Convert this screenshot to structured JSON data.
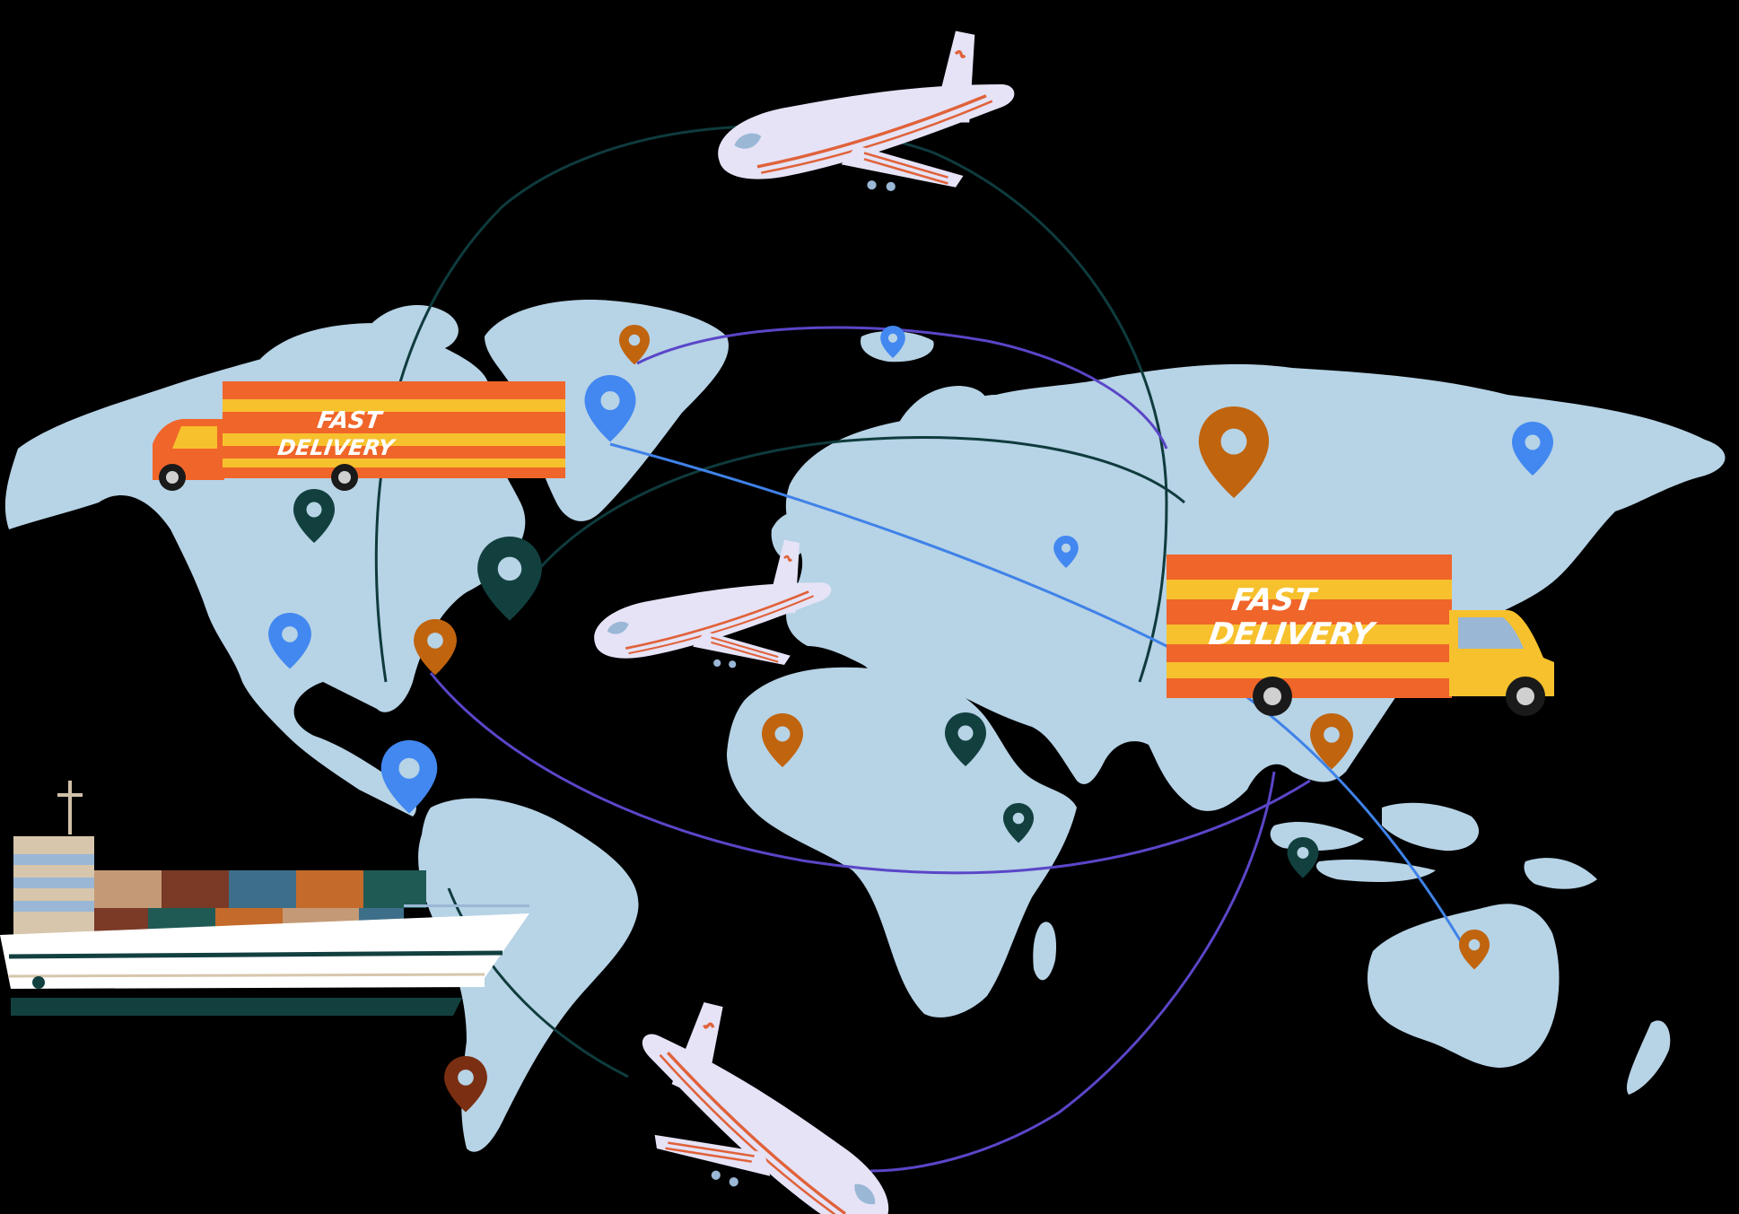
{
  "colors": {
    "background": "#000000",
    "land": "#b7d3e6",
    "route_teal": "#0f3b3d",
    "route_purple": "#5a46c8",
    "route_blue": "#3f82e8",
    "pin_orange": "#c0640e",
    "pin_blue": "#4288f0",
    "pin_teal": "#12403f",
    "pin_brown": "#7a2e12",
    "truck_orange": "#f0652a",
    "truck_yellow": "#f7c12d",
    "plane_body": "#e6e3f7",
    "plane_stripe": "#e0623a"
  },
  "trucks": [
    {
      "line1": "FAST",
      "line2": "DELIVERY"
    },
    {
      "line1": "FAST",
      "line2": "DELIVERY"
    }
  ],
  "icons": [
    "delivery-truck-icon",
    "airplane-icon",
    "cargo-ship-icon",
    "map-pin-icon"
  ]
}
